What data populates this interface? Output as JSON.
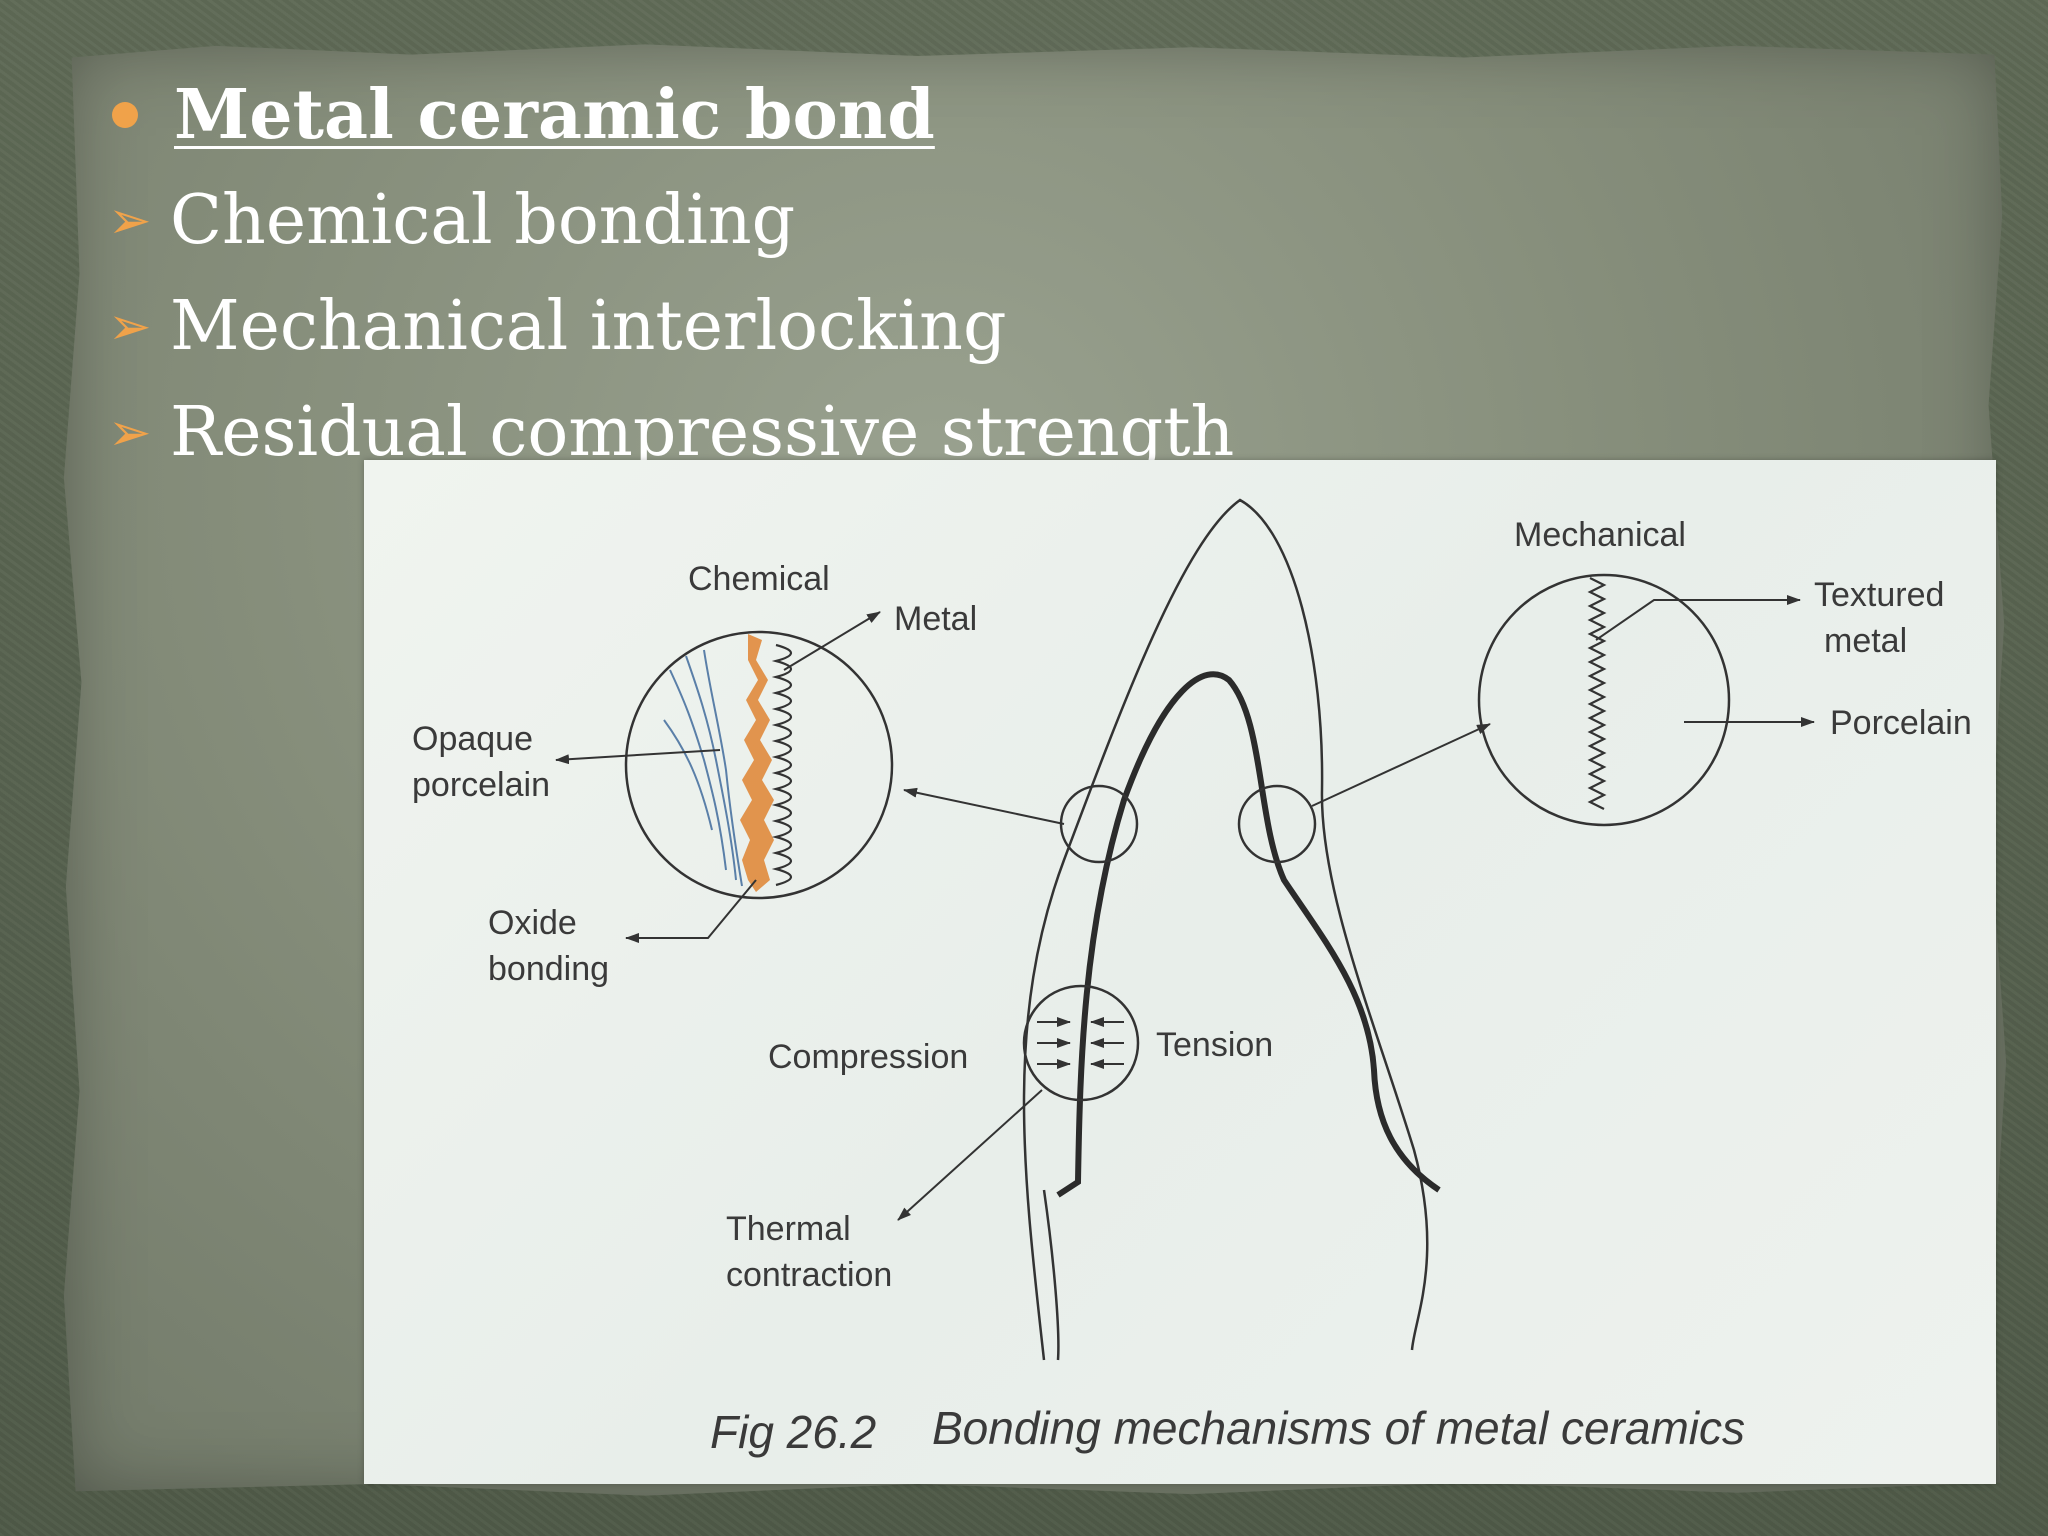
{
  "slide": {
    "heading": "Metal ceramic bond",
    "points": [
      "Chemical bonding",
      "Mechanical interlocking",
      "Residual compressive  strength"
    ]
  },
  "figure": {
    "labels": {
      "chemical": "Chemical",
      "metal": "Metal",
      "opaque_1": "Opaque",
      "opaque_2": "porcelain",
      "oxide_1": "Oxide",
      "oxide_2": "bonding",
      "mechanical": "Mechanical",
      "textured_1": "Textured",
      "textured_2": "metal",
      "porcelain": "Porcelain",
      "compression": "Compression",
      "tension": "Tension",
      "thermal_1": "Thermal",
      "thermal_2": "contraction"
    },
    "caption_num": "Fig 26.2",
    "caption_text": "Bonding mechanisms of metal ceramics",
    "colors": {
      "oxide_layer": "#e08a3c",
      "porcelain_strands": "#5a7fa8",
      "accent_bullet": "#f0a24a"
    }
  }
}
